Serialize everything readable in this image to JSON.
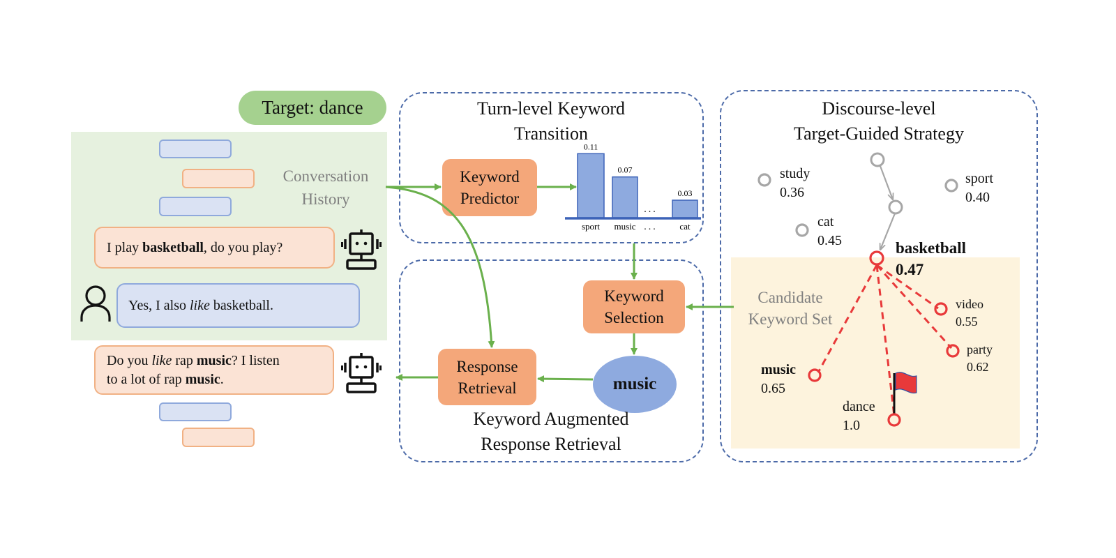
{
  "target_pill": "Target: dance",
  "conversation_history": {
    "label_line1": "Conversation",
    "label_line2": "History",
    "messages": [
      {
        "speaker": "bot",
        "segments": [
          {
            "text": "I play ",
            "style": "normal"
          },
          {
            "text": "basketball",
            "style": "bold"
          },
          {
            "text": ", do you play?",
            "style": "normal"
          }
        ]
      },
      {
        "speaker": "user",
        "segments": [
          {
            "text": "Yes, I also ",
            "style": "normal"
          },
          {
            "text": "like",
            "style": "italic"
          },
          {
            "text": " basketball.",
            "style": "normal"
          }
        ]
      }
    ]
  },
  "response_message": {
    "speaker": "bot",
    "line1": [
      {
        "text": "Do you ",
        "style": "normal"
      },
      {
        "text": "like",
        "style": "italic"
      },
      {
        "text": " rap ",
        "style": "normal"
      },
      {
        "text": "music",
        "style": "bold"
      },
      {
        "text": "? I listen",
        "style": "normal"
      }
    ],
    "line2": [
      {
        "text": "to a lot of rap ",
        "style": "normal"
      },
      {
        "text": "music",
        "style": "bold"
      },
      {
        "text": ".",
        "style": "normal"
      }
    ]
  },
  "turn_level": {
    "title_line1": "Turn-level Keyword",
    "title_line2": "Transition",
    "keyword_predictor_line1": "Keyword",
    "keyword_predictor_line2": "Predictor"
  },
  "chart_data": {
    "type": "bar",
    "title": "",
    "xlabel": "",
    "ylabel": "",
    "categories": [
      "sport",
      "music",
      "...",
      "cat"
    ],
    "values": [
      0.11,
      0.07,
      null,
      0.03
    ],
    "value_labels": [
      "0.11",
      "0.07",
      "",
      "0.03"
    ],
    "ylim": [
      0,
      0.12
    ],
    "grid": false,
    "ellipsis": "..."
  },
  "retrieval": {
    "keyword_selection_line1": "Keyword",
    "keyword_selection_line2": "Selection",
    "selected_keyword": "music",
    "response_retrieval_line1": "Response",
    "response_retrieval_line2": "Retrieval",
    "title_line1": "Keyword Augmented",
    "title_line2": "Response Retrieval"
  },
  "discourse": {
    "title_line1": "Discourse-level",
    "title_line2": "Target-Guided Strategy",
    "candidate_label_line1": "Candidate",
    "candidate_label_line2": "Keyword Set",
    "nodes": [
      {
        "id": "study",
        "label": "study",
        "score": "0.36",
        "state": "inactive"
      },
      {
        "id": "sport",
        "label": "sport",
        "score": "0.40",
        "state": "inactive"
      },
      {
        "id": "cat",
        "label": "cat",
        "score": "0.45",
        "state": "inactive"
      },
      {
        "id": "basketball",
        "label": "basketball",
        "score": "0.47",
        "state": "current"
      },
      {
        "id": "video",
        "label": "video",
        "score": "0.55",
        "state": "candidate"
      },
      {
        "id": "party",
        "label": "party",
        "score": "0.62",
        "state": "candidate"
      },
      {
        "id": "music",
        "label": "music",
        "score": "0.65",
        "state": "selected"
      },
      {
        "id": "dance",
        "label": "dance",
        "score": "1.0",
        "state": "target"
      }
    ]
  },
  "colors": {
    "green_arrow": "#6ab04c",
    "orange_box": "#f4a77a",
    "blue_ellipse": "#8eaadf",
    "dash_border": "#4c6aa8",
    "candidate_red": "#e8393a",
    "inactive_gray": "#a6a6a6",
    "history_bg": "#e6f1df",
    "candidate_bg": "#fdf3dd",
    "target_pill": "#a5d18f"
  }
}
